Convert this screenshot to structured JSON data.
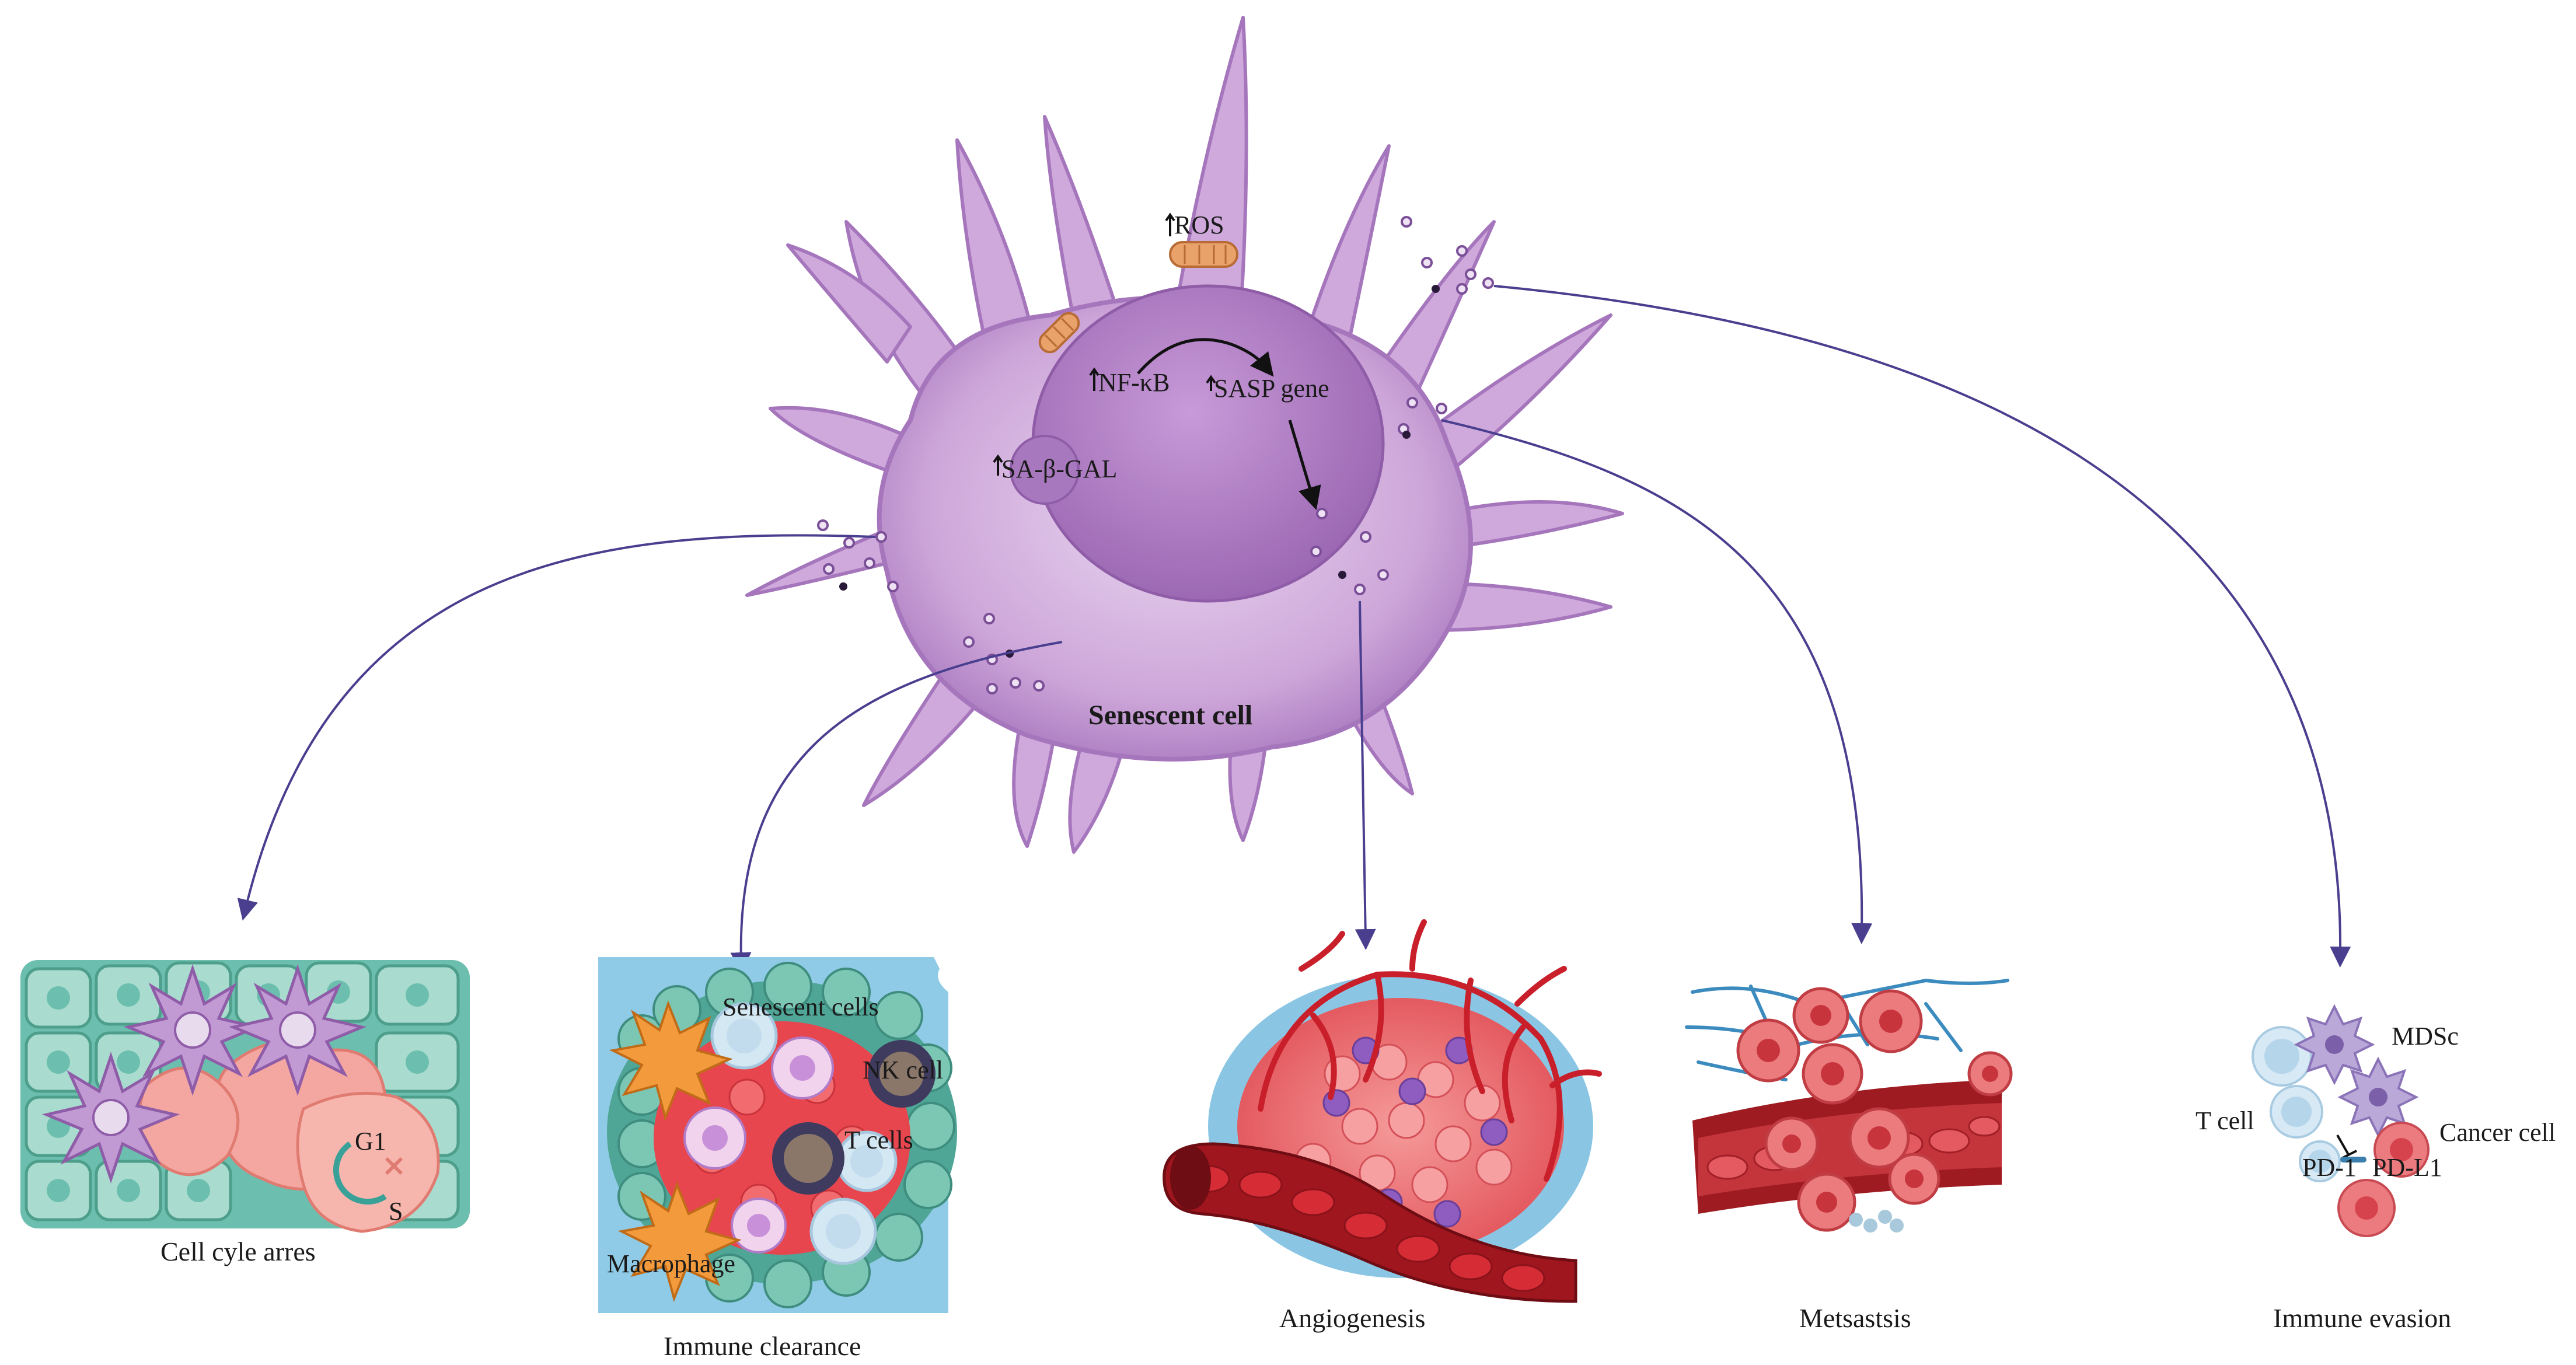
{
  "center": {
    "title": "Senescent cell",
    "ros": "ROS",
    "nfkb": "NF-κB",
    "sasp": "SASP gene",
    "sagal": "SA-β-GAL"
  },
  "panels": {
    "cell_cycle": {
      "caption": "Cell cyle arres",
      "g1": "G1",
      "s": "S"
    },
    "immune_clearance": {
      "caption": "Immune clearance",
      "senescent": "Senescent cells",
      "nk": "NK cell",
      "tcells": "T cells",
      "macrophage": "Macrophage"
    },
    "angiogenesis": {
      "caption": "Angiogenesis"
    },
    "metastasis": {
      "caption": "Metsastsis"
    },
    "immune_evasion": {
      "caption": "Immune evasion",
      "mdsc": "MDSc",
      "tcell": "T cell",
      "cancer": "Cancer cell",
      "pd1": "PD-1",
      "pdl1": "PD-L1"
    }
  },
  "colors": {
    "arrow": "#4a3f8f",
    "cell_body": "#c9a0d6",
    "nucleus": "#b184c4",
    "vessel": "#c0262e",
    "tissue": "#7cc6b4"
  }
}
